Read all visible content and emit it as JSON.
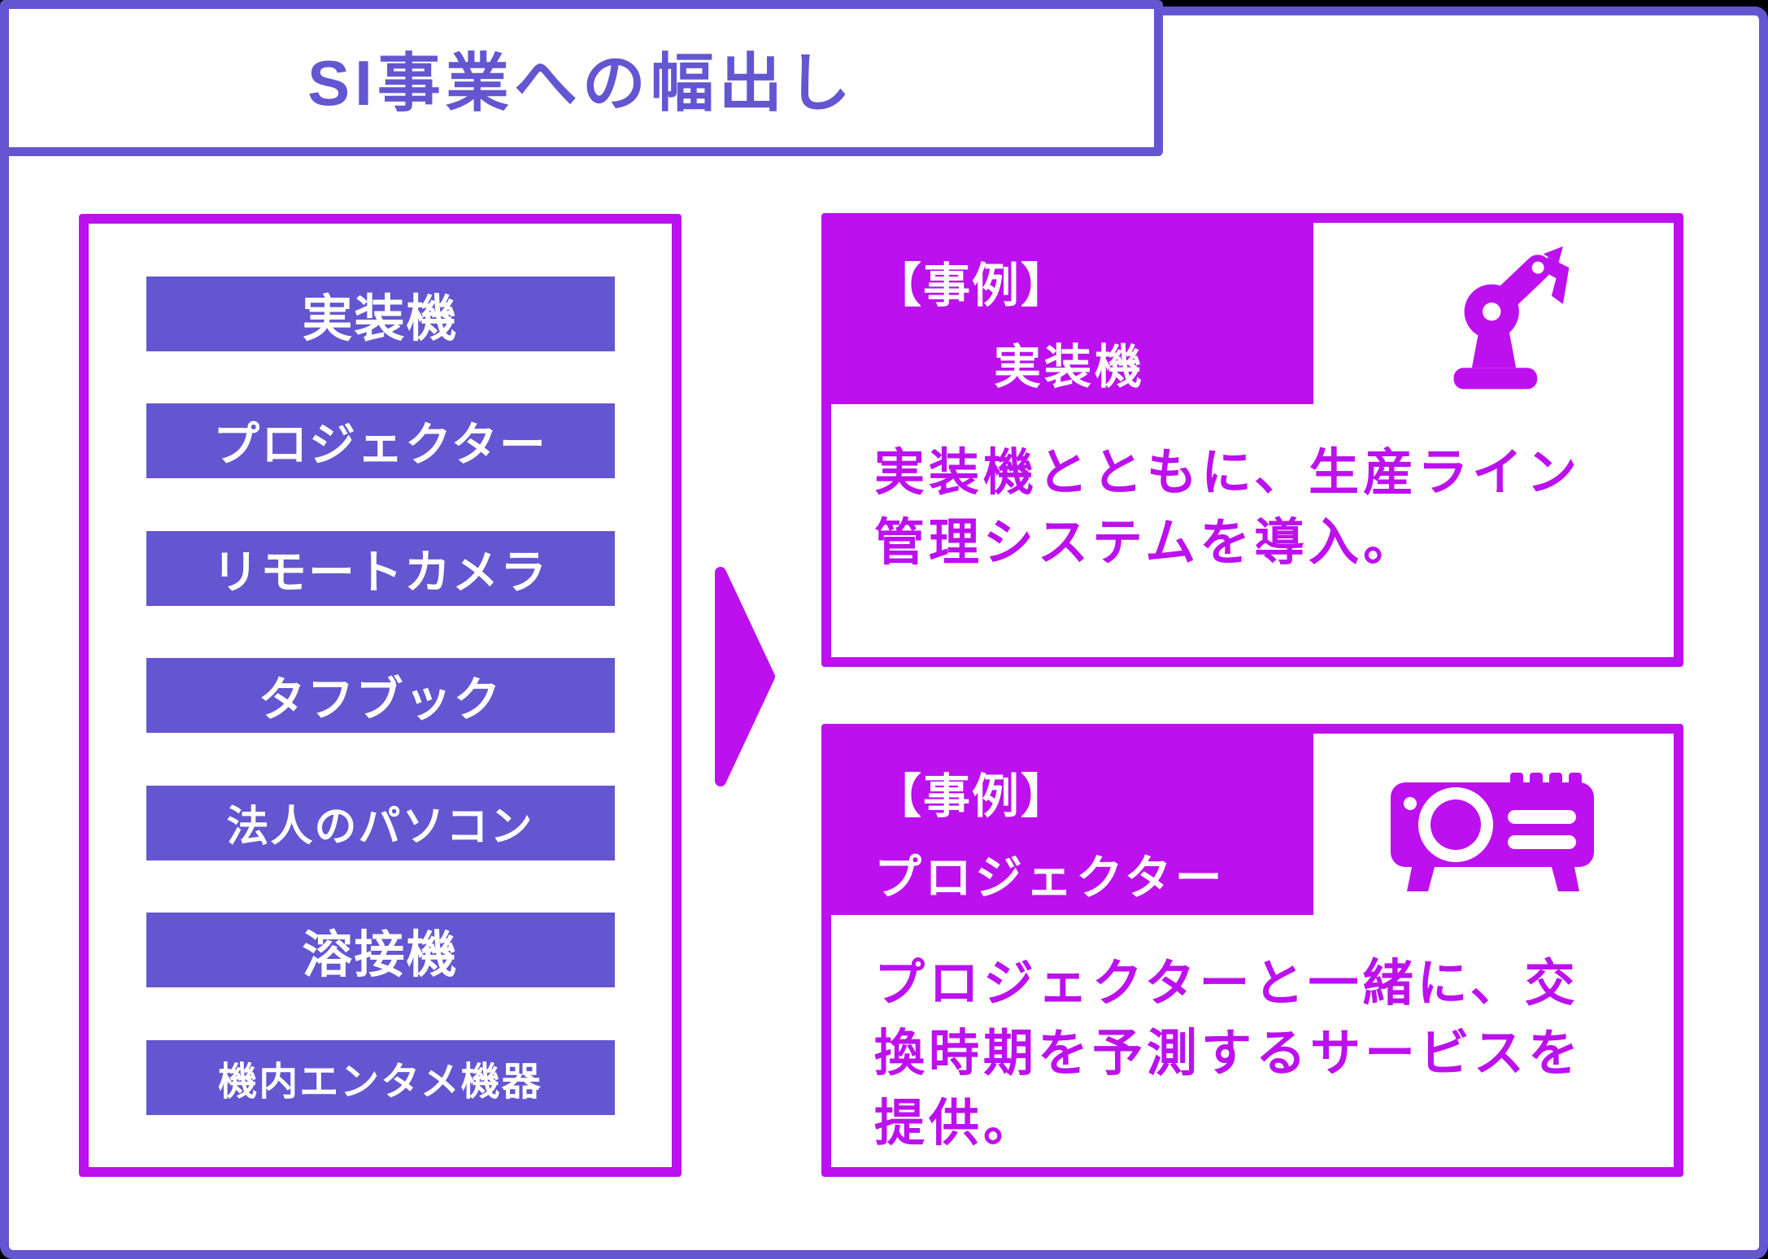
{
  "title": "SI事業への幅出し",
  "products": [
    "実装機",
    "プロジェクター",
    "リモートカメラ",
    "タフブック",
    "法人のパソコン",
    "溶接機",
    "機内エンタメ機器"
  ],
  "cases": [
    {
      "tag": "【事例】",
      "name": "実装機",
      "icon": "robot-arm-icon",
      "description": "実装機とともに、生産ライン\n管理システムを導入。"
    },
    {
      "tag": "【事例】",
      "name": "プロジェクター",
      "icon": "projector-icon",
      "description": "プロジェクターと一緒に、交\n換時期を予測するサービスを\n提供。"
    }
  ],
  "arrow": {
    "direction": "right"
  },
  "colors": {
    "purple": "#6356d0",
    "magenta": "#bc11ee",
    "white": "#ffffff",
    "background": "#000000"
  }
}
